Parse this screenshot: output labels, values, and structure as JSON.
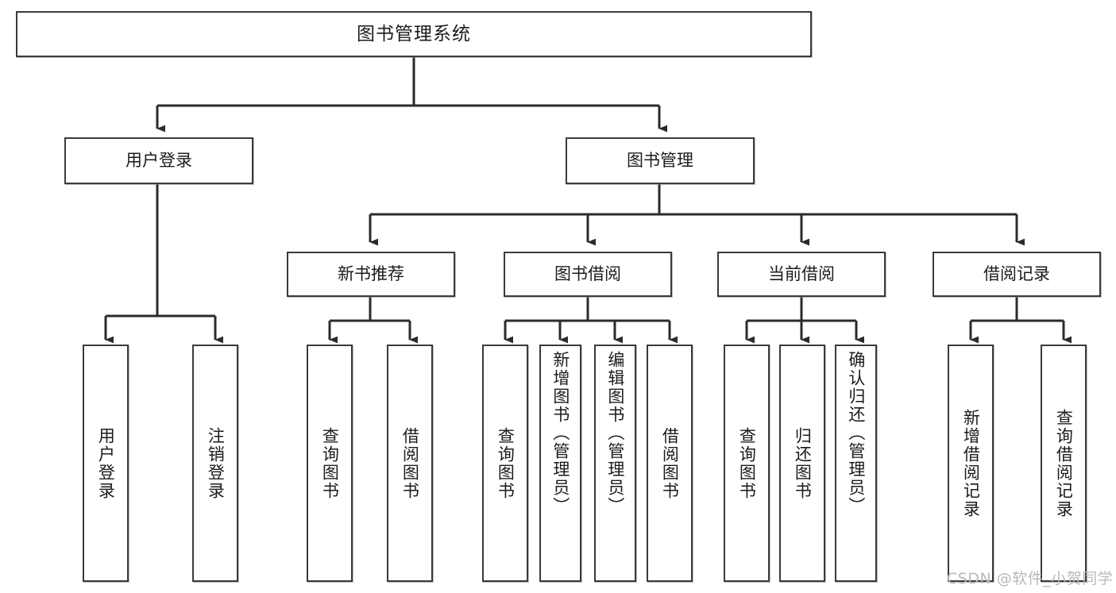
{
  "diagram": {
    "title": "图书管理系统",
    "type": "tree-hierarchy-diagram",
    "theme": {
      "background": "#ffffff",
      "box_border": "#3a3a3a",
      "box_fill": "#ffffff",
      "edge_color": "#2b2b2b",
      "text_color": "#1b1b1b",
      "watermark_color": "#b9b9b9"
    },
    "watermark": "CSDN @软件_小贺同学",
    "nodes": {
      "root": {
        "label": "图书管理系统"
      },
      "level1": [
        {
          "id": "user-login",
          "label": "用户登录"
        },
        {
          "id": "book-management",
          "label": "图书管理"
        }
      ],
      "level2": [
        {
          "id": "new-book-recommend",
          "label": "新书推荐"
        },
        {
          "id": "book-borrow",
          "label": "图书借阅"
        },
        {
          "id": "current-borrow",
          "label": "当前借阅"
        },
        {
          "id": "borrow-record",
          "label": "借阅记录"
        }
      ],
      "leaves": [
        {
          "id": "leaf-user-login",
          "label": "用户登录",
          "parent": "user-login"
        },
        {
          "id": "leaf-logout-login",
          "label": "注销登录",
          "parent": "user-login"
        },
        {
          "id": "leaf-query-book-1",
          "label": "查询图书",
          "parent": "new-book-recommend"
        },
        {
          "id": "leaf-borrow-book-1",
          "label": "借阅图书",
          "parent": "new-book-recommend"
        },
        {
          "id": "leaf-query-book-2",
          "label": "查询图书",
          "parent": "book-borrow"
        },
        {
          "id": "leaf-add-book",
          "label": "新增图书（管理员）",
          "parent": "book-borrow"
        },
        {
          "id": "leaf-edit-book",
          "label": "编辑图书（管理员）",
          "parent": "book-borrow"
        },
        {
          "id": "leaf-borrow-book-2",
          "label": "借阅图书",
          "parent": "book-borrow"
        },
        {
          "id": "leaf-query-book-3",
          "label": "查询图书",
          "parent": "current-borrow"
        },
        {
          "id": "leaf-return-book",
          "label": "归还图书",
          "parent": "current-borrow"
        },
        {
          "id": "leaf-confirm-return",
          "label": "确认归还（管理员）",
          "parent": "current-borrow"
        },
        {
          "id": "leaf-add-record",
          "label": "新增借阅记录",
          "parent": "borrow-record"
        },
        {
          "id": "leaf-query-record",
          "label": "查询借阅记录",
          "parent": "borrow-record"
        }
      ]
    }
  }
}
